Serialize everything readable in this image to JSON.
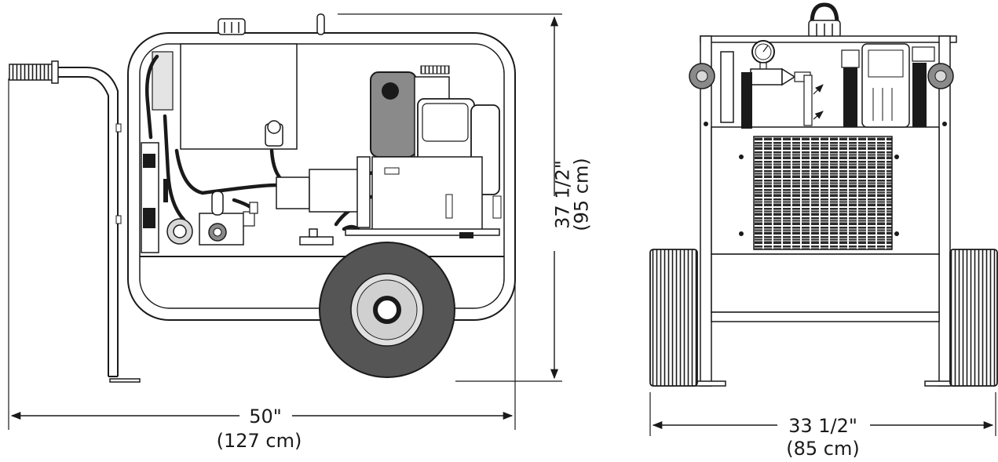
{
  "dimensions": {
    "side_width_in": "50\"",
    "side_width_cm": "(127 cm)",
    "height_in": "37 1/2\"",
    "height_cm": "(95 cm)",
    "front_width_in": "33 1/2\"",
    "front_width_cm": "(85 cm)"
  },
  "colors": {
    "line": "#1a1a1a",
    "tire": "#555555",
    "fill_light": "#d8d8d8",
    "fill_mid": "#8a8a8a",
    "background": "#ffffff"
  }
}
